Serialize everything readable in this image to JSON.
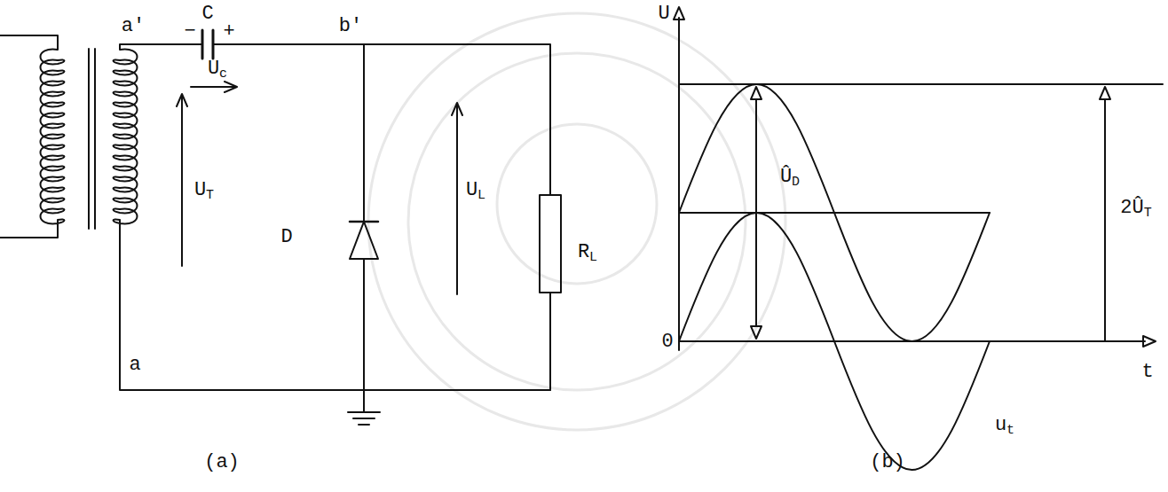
{
  "diagram": {
    "labels": [
      "a'",
      "C",
      "−",
      "+",
      "b'",
      "Uc",
      "UT",
      "D",
      "UL",
      "RL",
      "a",
      "(a)",
      "U",
      "ÛD",
      "2ÛT",
      "0",
      "t",
      "ut",
      "(b)"
    ]
  }
}
